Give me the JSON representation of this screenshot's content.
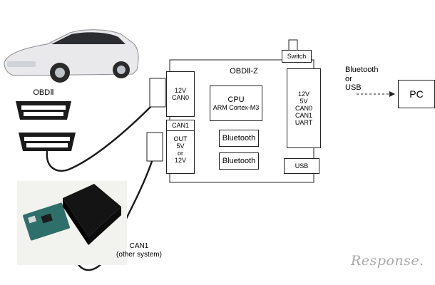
{
  "labels": {
    "obd2": "OBDⅡ",
    "main_title": "OBDⅡ-Z",
    "switch": "Switch",
    "port_top": "12V\nCAN0",
    "port_bottom_title": "CAN1",
    "port_bottom_text": "OUT\n5V\nor\n12V",
    "cpu_title": "CPU",
    "cpu_sub": "ARM Cortex-M3",
    "bt1": "Bluetooth",
    "bt2": "Bluetooth",
    "bus": "12V\n5V\nCAN0\nCAN1\nUART",
    "usb": "USB",
    "link": "Bluetooth\nor\nUSB",
    "pc": "PC",
    "can1_other": "CAN1\n(other system)"
  },
  "watermark": "Response.",
  "colors": {
    "car_body": "#e9e9eb",
    "car_window": "#2b2d31",
    "connector": "#1a1a1a",
    "cable": "#1a1a1a",
    "pcb": "#2f6f6b",
    "module_case": "#141414",
    "photo_bg": "#f2f2ee",
    "watermark": "#a9a9a9"
  }
}
